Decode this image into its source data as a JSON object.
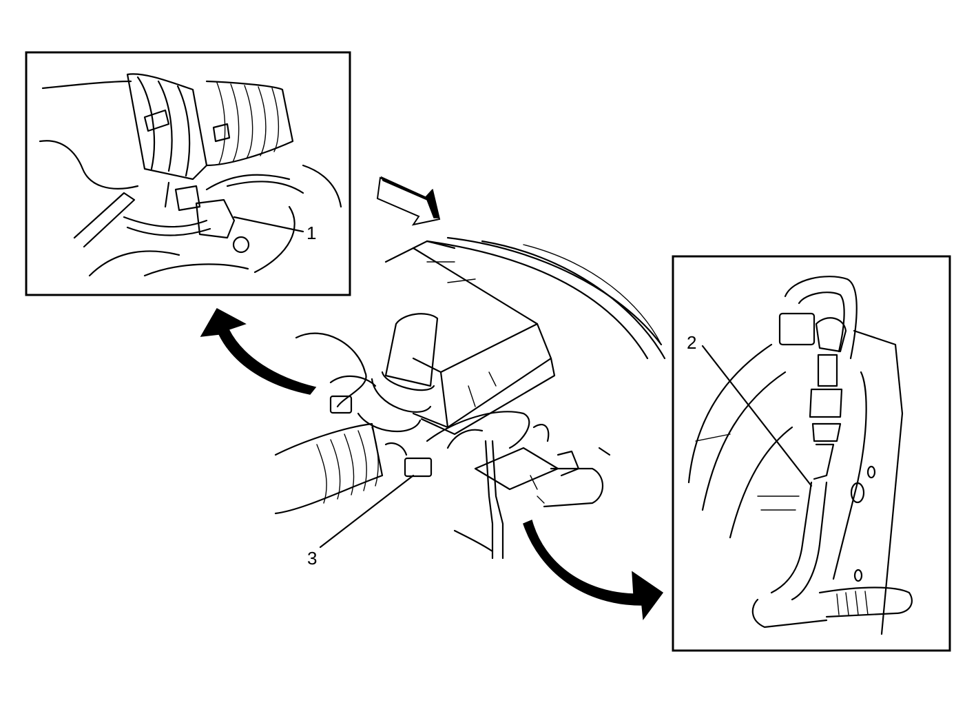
{
  "callouts": {
    "one": "1",
    "two": "2",
    "three": "3"
  },
  "colors": {
    "line": "#000000",
    "background": "#ffffff"
  }
}
